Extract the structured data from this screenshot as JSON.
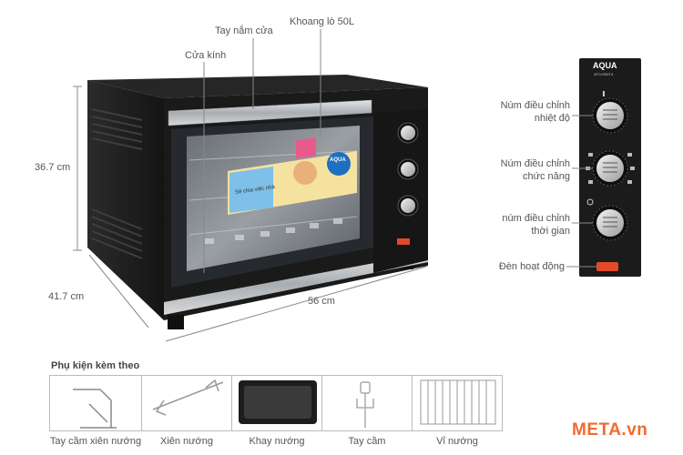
{
  "dimensions": {
    "height": "36.7 cm",
    "depth": "41.7 cm",
    "width": "56 cm"
  },
  "callouts": {
    "door_glass": "Cửa kính",
    "door_handle": "Tay nắm cửa",
    "cavity": "Khoang lò 50L"
  },
  "oven_screen": {
    "brand": "AQUA",
    "slogan": "Sẽ chia việc nhà"
  },
  "panel": {
    "brand": "AQUA",
    "model": "ATO-R50T4",
    "temp_knob_label_1": "Núm điều chỉnh",
    "temp_knob_label_2": "nhiệt độ",
    "func_knob_label_1": "Núm  điều chỉnh",
    "func_knob_label_2": "chức năng",
    "timer_knob_label_1": "núm điều chỉnh",
    "timer_knob_label_2": "thời gian",
    "indicator_label": "Đèn hoạt động"
  },
  "accessories": {
    "title": "Phụ kiện kèm theo",
    "items": [
      {
        "name": "Tay cầm xiên nướng",
        "icon": "rotisserie-handle-icon"
      },
      {
        "name": "Xiên nướng",
        "icon": "rotisserie-spit-icon"
      },
      {
        "name": "Khay nướng",
        "icon": "baking-tray-icon"
      },
      {
        "name": "Tay cầm",
        "icon": "tray-handle-icon"
      },
      {
        "name": "Vỉ nướng",
        "icon": "wire-rack-icon"
      }
    ]
  },
  "watermark": "META.vn",
  "colors": {
    "oven_body": "#1c1c1c",
    "steel_trim": "#b8bcc0",
    "indicator": "#e04a2a",
    "brand": "#f26a2e"
  }
}
